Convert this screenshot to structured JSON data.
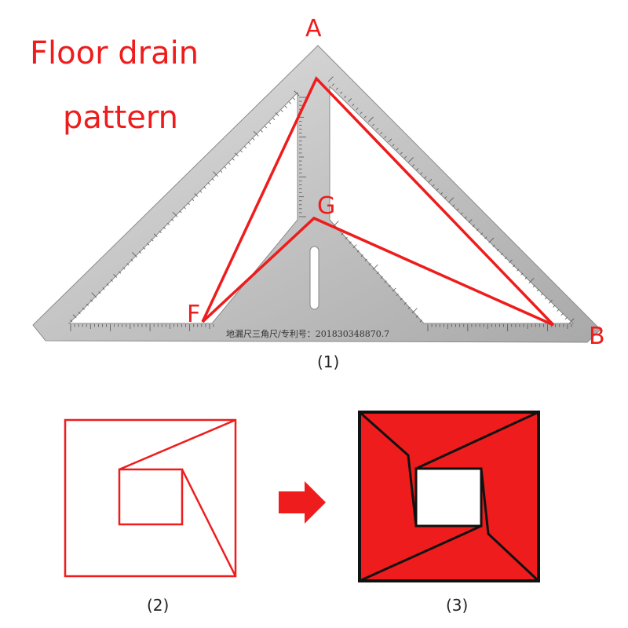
{
  "title": {
    "line1": "Floor drain",
    "line2": "pattern"
  },
  "figure1": {
    "vertex_labels": {
      "A": "A",
      "B": "B",
      "F": "F",
      "G": "G"
    },
    "engraving": "地漏尺三角尺/专利号：201830348870.7",
    "caption": "(1)"
  },
  "figure2": {
    "caption": "(2)"
  },
  "figure3": {
    "caption": "(3)"
  },
  "colors": {
    "accent_red": "#ee1c1c",
    "ruler_steel": "#c9c9c9",
    "outline_black": "#111111"
  },
  "icons": {
    "arrow": "right-arrow-icon"
  }
}
